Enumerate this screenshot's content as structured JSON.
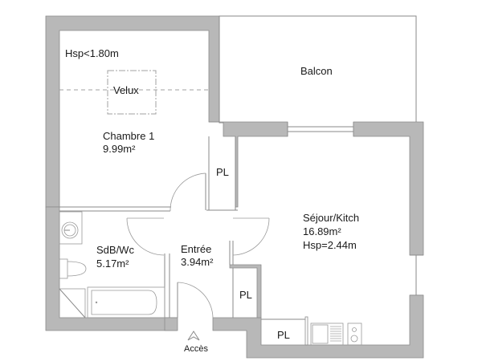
{
  "plan": {
    "rooms": [
      {
        "id": "chambre",
        "name": "Chambre 1",
        "area": "9.99m²",
        "note": "Hsp<1.80m"
      },
      {
        "id": "velux",
        "name": "Velux"
      },
      {
        "id": "balcon",
        "name": "Balcon"
      },
      {
        "id": "sejour",
        "name": "Séjour/Kitch",
        "area": "16.89m²",
        "note": "Hsp=2.44m"
      },
      {
        "id": "sdb",
        "name": "SdB/Wc",
        "area": "5.17m²"
      },
      {
        "id": "entree",
        "name": "Entrée",
        "area": "3.94m²"
      }
    ],
    "closets": [
      "PL",
      "PL",
      "PL"
    ],
    "access": {
      "label": "Accès",
      "icon": "arrow-up-icon"
    },
    "colors": {
      "wall": "#b8b8b8",
      "wall_edge": "#8a8a8a",
      "background": "#ffffff",
      "text": "#1a1a1a"
    }
  }
}
